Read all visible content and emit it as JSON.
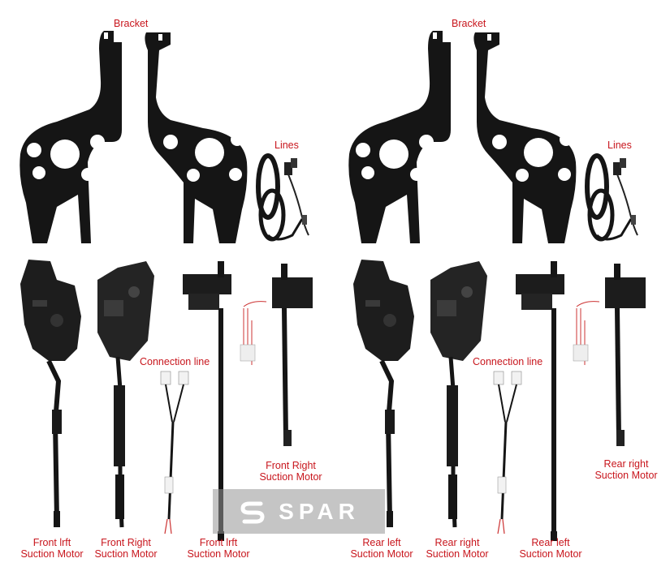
{
  "labels": {
    "bracket_left": "Bracket",
    "bracket_right": "Bracket",
    "lines_left": "Lines",
    "lines_right": "Lines",
    "connection_left": "Connection line",
    "connection_right": "Connection line",
    "front_right_top": [
      "Front Right",
      "Suction Motor"
    ],
    "rear_right_top": [
      "Rear right",
      "Suction Motor"
    ],
    "bottom": [
      [
        "Front lrft",
        "Suction Motor"
      ],
      [
        "Front Right",
        "Suction Motor"
      ],
      [
        "Front lrft",
        "Suction Motor"
      ],
      [
        "Rear left",
        "Suction Motor"
      ],
      [
        "Rear right",
        "Suction Motor"
      ],
      [
        "Rear left",
        "Suction Motor"
      ]
    ]
  },
  "watermark": {
    "text": "SPAR",
    "icon": "spar-logo-icon"
  },
  "colors": {
    "label": "#c8161d",
    "part": "#141414",
    "background": "#ffffff"
  }
}
